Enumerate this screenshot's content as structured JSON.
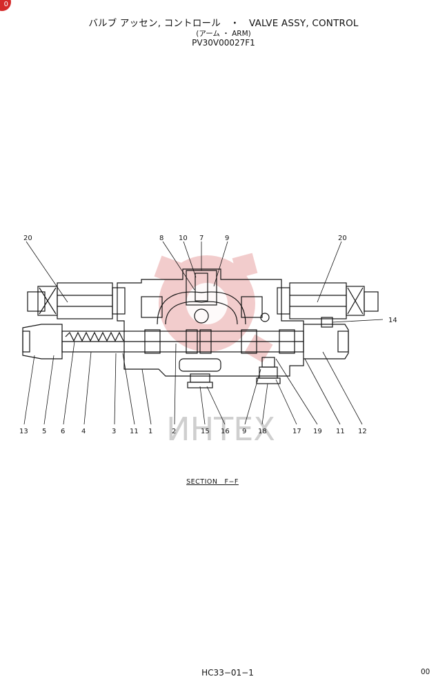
{
  "header": {
    "title_line": "バルブ アッセン, コントロール　・　VALVE ASSY, CONTROL",
    "subtitle_line": "(アーム ・ ARM)",
    "part_number": "PV30V00027F1"
  },
  "corner_badge": "0",
  "watermark": "ИНТЕХ",
  "callouts_top": [
    "20",
    "8",
    "10",
    "7",
    "9",
    "20",
    "14"
  ],
  "callouts_bottom": [
    "13",
    "5",
    "6",
    "4",
    "3",
    "11",
    "1",
    "2",
    "15",
    "16",
    "9",
    "18",
    "17",
    "19",
    "11",
    "12"
  ],
  "section_label": "SECTION　F−F",
  "footer": {
    "drawing_code": "HC33−01−1",
    "revision": "00"
  },
  "colors": {
    "line": "#111111",
    "watermark": "#e9a3a3",
    "badge": "#d42a2a"
  }
}
